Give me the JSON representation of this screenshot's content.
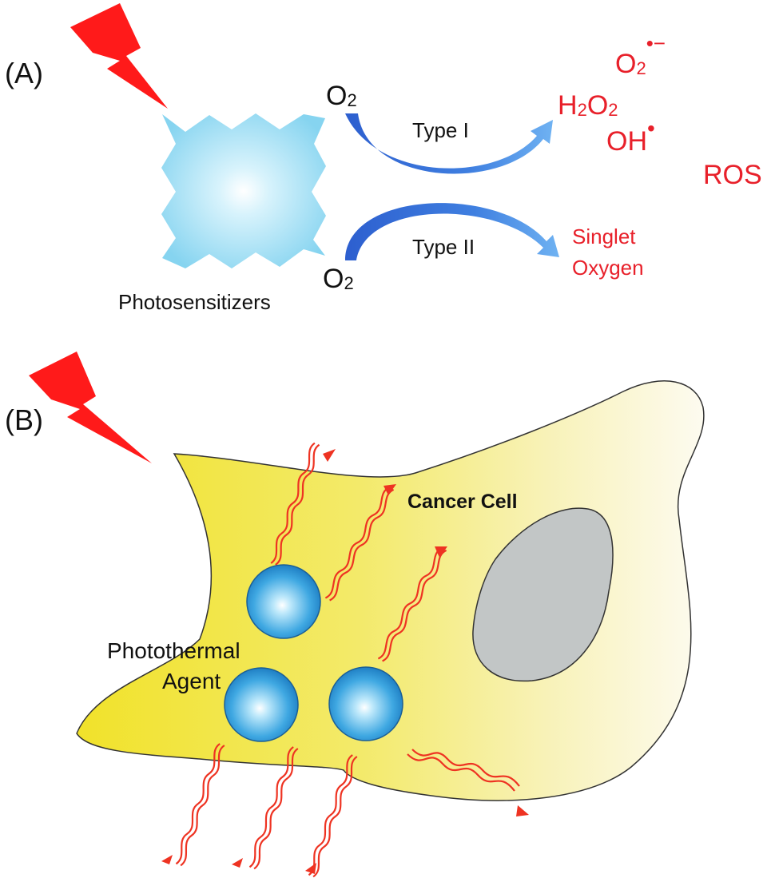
{
  "panel_a": {
    "label": "(A)",
    "photosensitizer_label": "Photosensitizers",
    "o2_top": {
      "base": "O",
      "sub": "2"
    },
    "o2_bottom": {
      "base": "O",
      "sub": "2"
    },
    "type1_label": "Type I",
    "type2_label": "Type II",
    "products": {
      "superoxide": {
        "base": "O",
        "sub": "2",
        "sup": "•−"
      },
      "hydrogen_peroxide": {
        "h": "H",
        "sub1": "2",
        "o": "O",
        "sub2": "2"
      },
      "hydroxyl": {
        "base": "OH",
        "sup": "•"
      },
      "singlet_line1": "Singlet",
      "singlet_line2": "Oxygen"
    },
    "ros_label": "ROS"
  },
  "panel_b": {
    "label": "(B)",
    "cell_label": "Cancer Cell",
    "agent_line1": "Photothermal",
    "agent_line2": "Agent"
  },
  "colors": {
    "lightning": "#ff1a1a",
    "red_text": "#e8202a",
    "arrow_blue": "#3a6fd8",
    "photosensitizer": "#8fd8f2",
    "cell_yellow": "#f2e62c",
    "cell_fade": "#fbf8e8",
    "nucleus": "#c2c6c6",
    "heat_wave": "#ee3322",
    "sphere_blue": "#2e9ad8"
  },
  "icons": {
    "light": "lightning-bolt-icon",
    "heat": "wavy-heat-arrow-icon"
  }
}
